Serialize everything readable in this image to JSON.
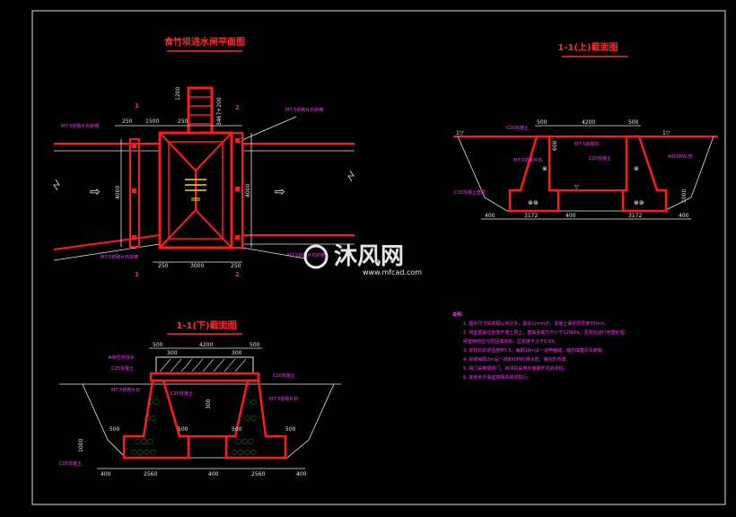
{
  "titles": {
    "plan": "食竹坝进水闸平面图",
    "upper_section": "1-1(上)截面图",
    "lower_section": "1-1(下)截面图"
  },
  "plan": {
    "dims_top": [
      "250",
      "1500",
      "250"
    ],
    "dim_gate_h": "3467+200",
    "dim_left": "4000",
    "dim_right": "4000",
    "dim_side": "1200",
    "dims_bottom": [
      "250",
      "3000",
      "250"
    ],
    "labels": {
      "top_left": "M7.5浆砌片石护坡",
      "top_right": "M7.5浆砌片石护坡",
      "bottom_left": "M7.5浆砌片石护坡",
      "bottom_right": "M7.5浆砌片石护坡"
    },
    "section_markers": [
      "1",
      "2",
      "1",
      "2"
    ],
    "flow_arrow_left": "⇨",
    "flow_arrow_right": "⇨"
  },
  "upper": {
    "dims_top": [
      "500",
      "4200",
      "500"
    ],
    "dims_bottom": [
      "400",
      "3172",
      "400",
      "3172",
      "400"
    ],
    "dim_height": "1000",
    "dim_mid": "600",
    "elev": [
      "1▽",
      "1▽",
      "▽"
    ],
    "labels": [
      "C20混凝土",
      "M7.5浆砌片石",
      "M7.5浆砌石",
      "C20混凝土",
      "C15混凝土垫层",
      "4000PVC管"
    ]
  },
  "lower": {
    "dims_top": [
      "500",
      "300",
      "4200",
      "300",
      "500"
    ],
    "dims_bottom": [
      "400",
      "2560",
      "400",
      "2560",
      "400"
    ],
    "dims_inner": [
      "500",
      "500",
      "500",
      "500"
    ],
    "dim_height": "1000",
    "dim_mid": "300",
    "labels": [
      "木制栏杆扶手",
      "C25混凝土",
      "C20混凝土",
      "M7.5浆砌片石",
      "M7.5浆砌片石",
      "C20混凝土",
      "C15混凝土"
    ]
  },
  "notes": {
    "heading": "说明：",
    "items": [
      "1. 图中尺寸除高程以米计外，其余以mm计，混凝土保护层厚度30mm。",
      "2. 闸室基础应坐落于老土层上，基础承载力不小于120kPa，否则应进行地基处理。",
      "   闸室两侧应分层回填夯实，压实度不小于0.93。",
      "3. 浆砌石砂浆强度M7.5，每隔10m设一道伸缩缝，缝内填塞沥青麻絮。",
      "4. 护坡每隔2m设一排Φ50PVC排水管，梅花形布置。",
      "5. 闸门采用钢闸门，启闭机采用手摇螺杆式启闭机。",
      "6. 其他未尽事宜按相关规范执行。"
    ]
  },
  "watermark": {
    "brand": "沐风网",
    "url": "www.mfcad.com"
  },
  "colors": {
    "background": "#000000",
    "structure": "#ff1a1a",
    "text": "#e6e6e6",
    "annotation": "#ff33ff"
  }
}
